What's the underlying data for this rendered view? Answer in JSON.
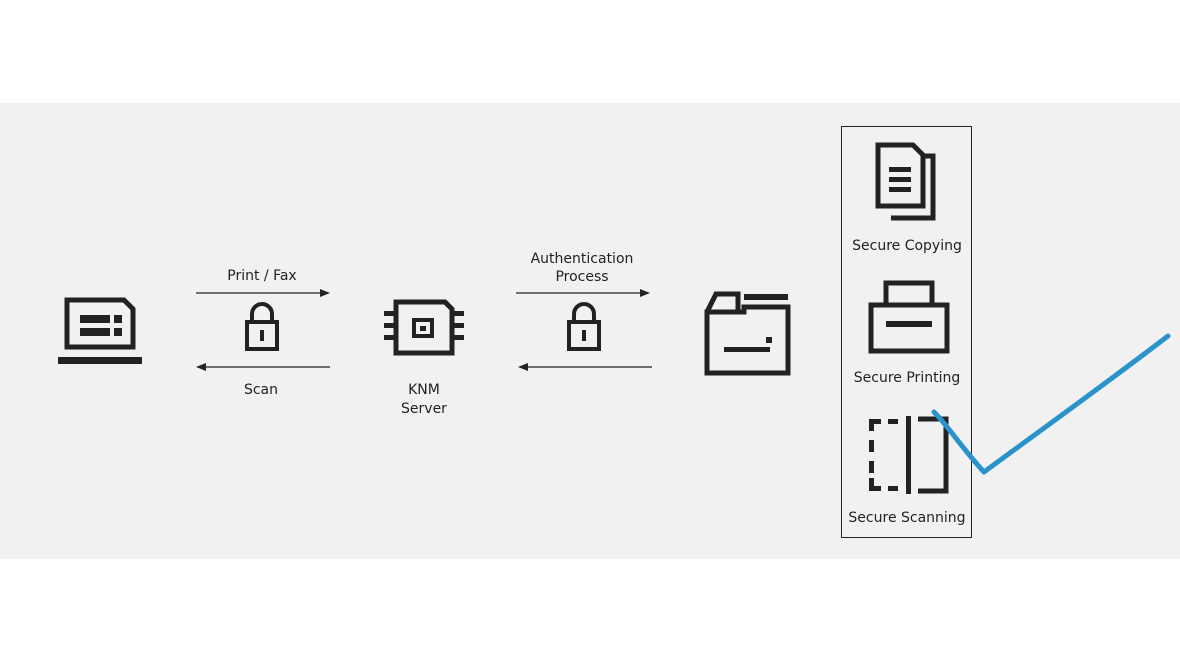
{
  "diagram": {
    "flow_labels": {
      "print_fax": "Print / Fax",
      "scan": "Scan",
      "authentication_line1": "Authentication",
      "authentication_line2": "Process"
    },
    "server": {
      "line1": "KNM",
      "line2": "Server"
    },
    "features": [
      {
        "label": "Secure Copying",
        "icon": "copy-icon"
      },
      {
        "label": "Secure Printing",
        "icon": "printer-icon"
      },
      {
        "label": "Secure Scanning",
        "icon": "scan-icon"
      }
    ],
    "colors": {
      "ink": "#222222",
      "background_band": "#f1f1f1",
      "checkmark": "#2a93cc"
    }
  }
}
